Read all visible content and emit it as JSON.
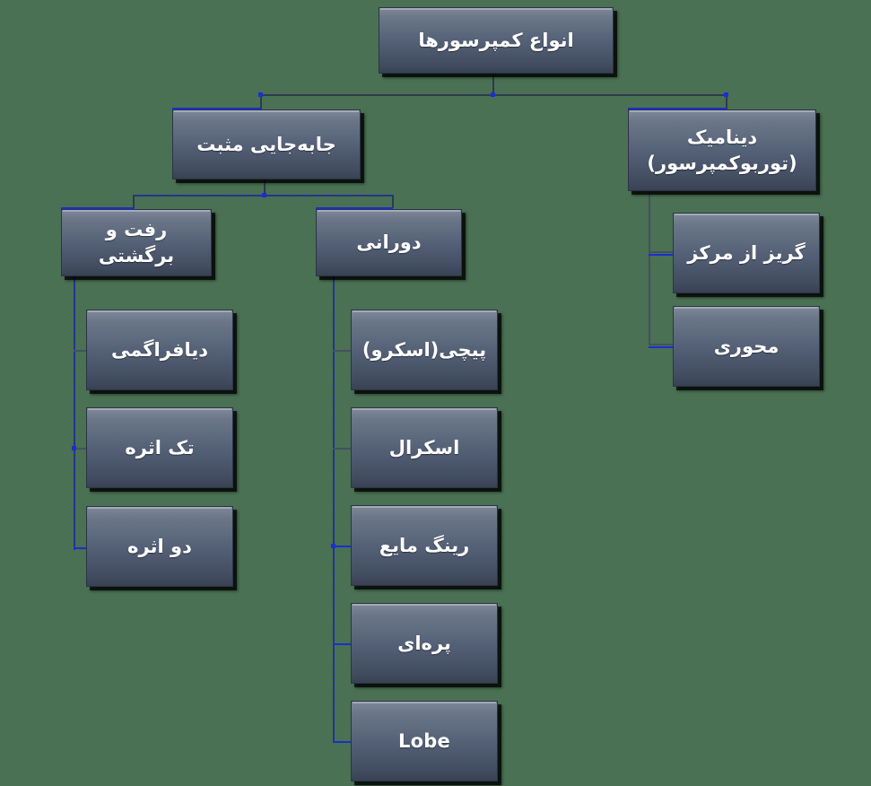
{
  "diagram": {
    "title": "انواع کمپرسورها",
    "background_color": "#4a7153",
    "node_gradient_top": "#7e8899",
    "node_gradient_bottom": "#384253",
    "connector_color": "#1a2fd0",
    "connector_shadow_color": "#2d3a4d",
    "text_color": "#ffffff"
  },
  "nodes": {
    "root": {
      "label": "انواع کمپرسورها"
    },
    "level2": {
      "positive_displacement": {
        "label": "جابه‌جایی مثبت"
      },
      "dynamic": {
        "label_line1": "دینامیک",
        "label_line2": "(توربوکمپرسور)"
      }
    },
    "level3": {
      "reciprocating": {
        "label": "رفت و برگشتی"
      },
      "rotary": {
        "label": "دورانی"
      }
    },
    "reciprocating_children": [
      {
        "label": "دیافراگمی"
      },
      {
        "label": "تک اثره"
      },
      {
        "label": "دو اثره"
      }
    ],
    "rotary_children": [
      {
        "label": "پیچی(اسکرو)"
      },
      {
        "label": "اسکرال"
      },
      {
        "label": "رینگ مایع"
      },
      {
        "label": "پره‌ای"
      },
      {
        "label": "Lobe",
        "script": "latin"
      }
    ],
    "dynamic_children": [
      {
        "label": "گریز از مرکز"
      },
      {
        "label": "محوری"
      }
    ]
  }
}
